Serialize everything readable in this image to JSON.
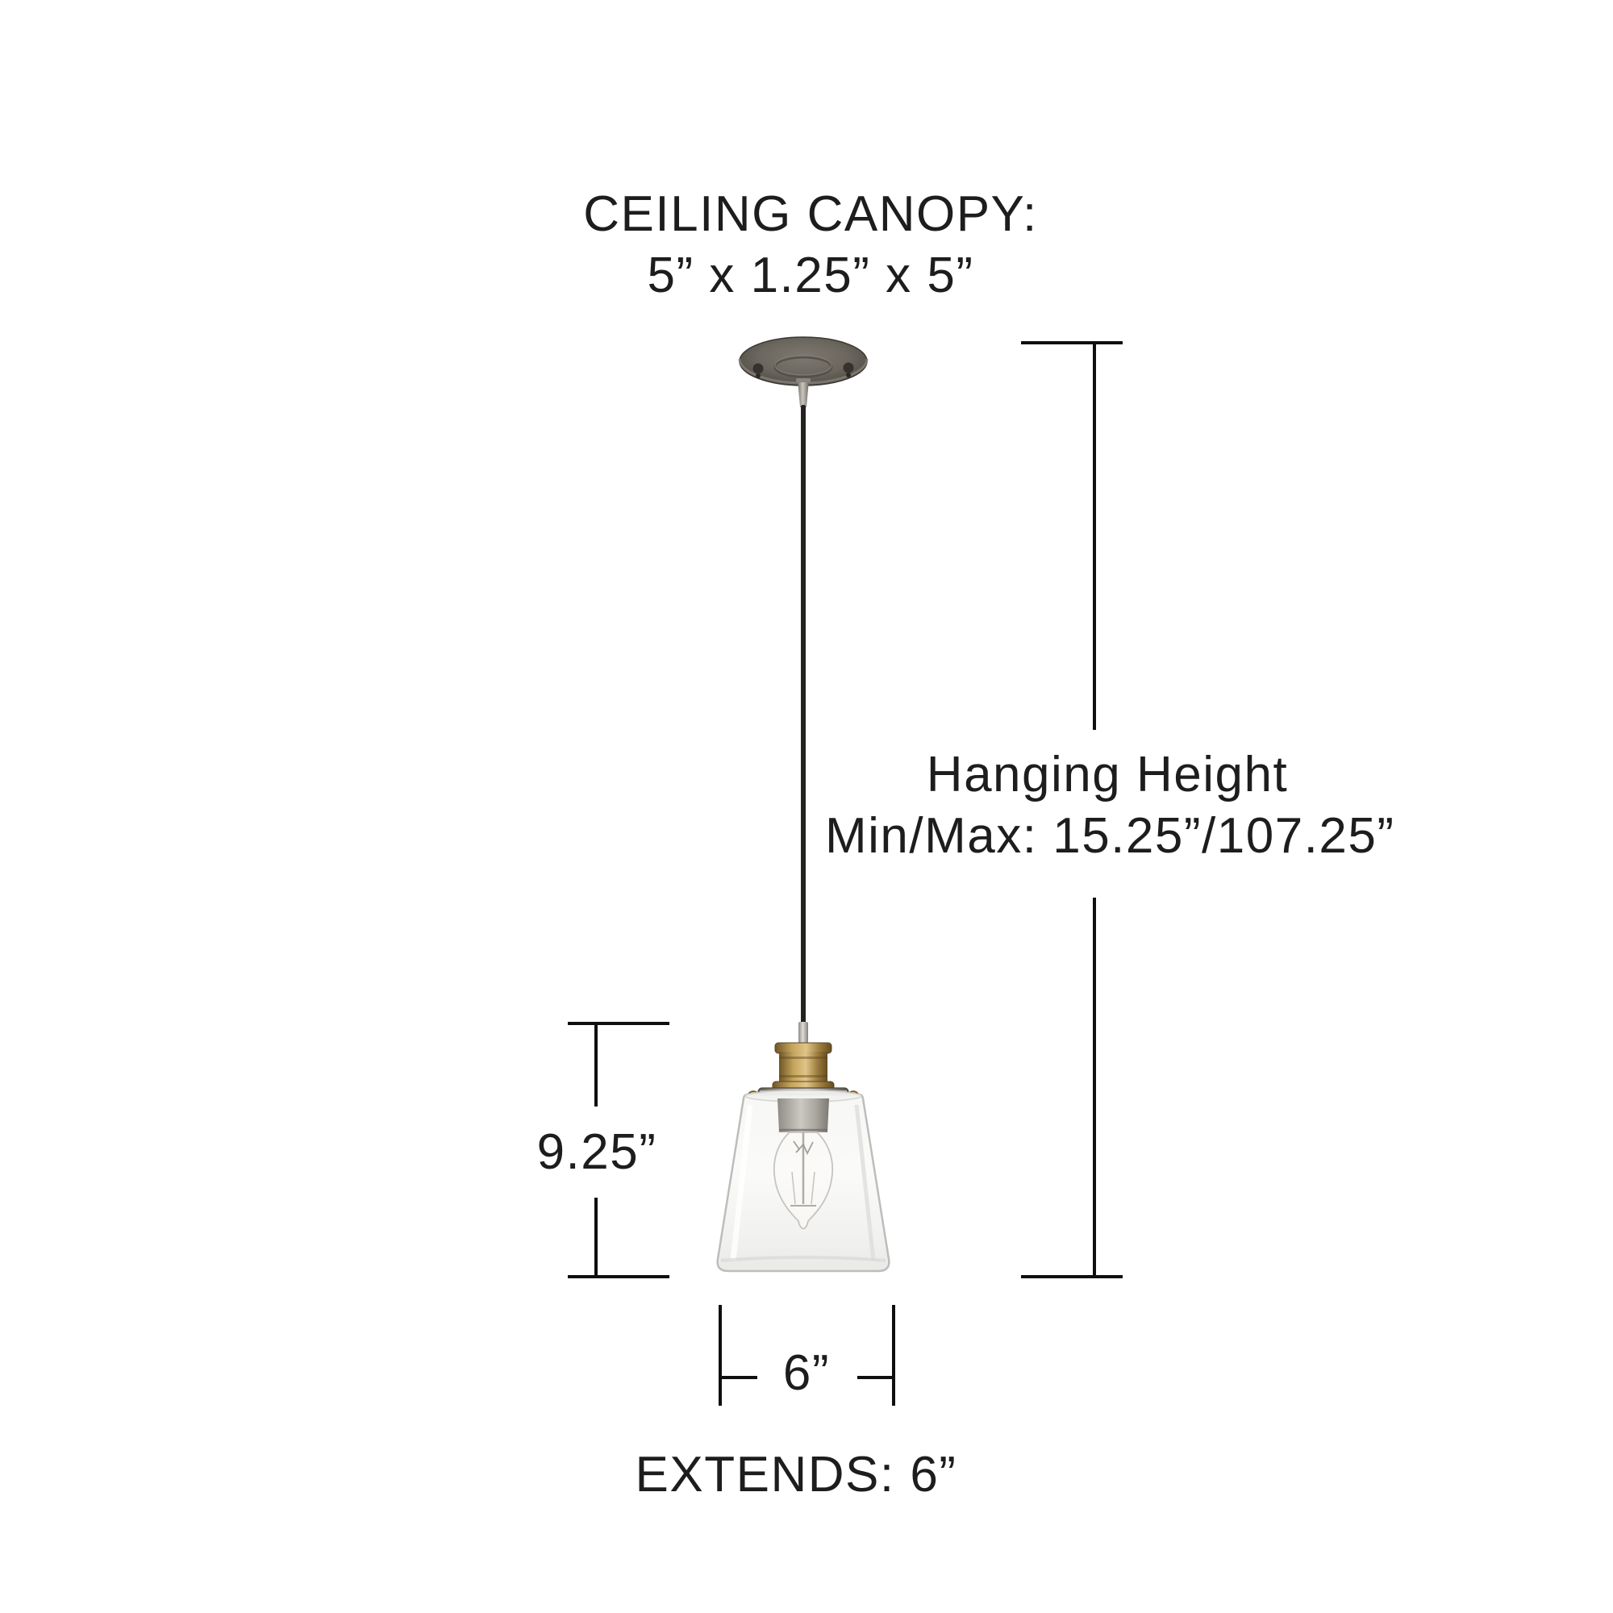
{
  "labels": {
    "canopy": {
      "line1": "CEILING CANOPY:",
      "line2": "5” x 1.25” x 5”"
    },
    "hanging": {
      "line1": "Hanging Height",
      "line2": "Min/Max: 15.25”/107.25”"
    },
    "shade_height": "9.25”",
    "shade_diameter": "6”",
    "extends": "EXTENDS: 6”"
  },
  "figure": {
    "description": "one-light mini pendant: pewter ceiling canopy, black adjustable cord, antique brass socket with pewter collar and thumb screws, clear tapered glass shade, edison filament bulb"
  },
  "colors": {
    "text": "#1d1d1d",
    "dimension_line": "#0f0f0f",
    "canopy_pewter": "#6b665e",
    "brass": "#b5924e",
    "collar_pewter": "#8d897f",
    "cord": "#24221f",
    "glass_edge": "#bdbdbb"
  }
}
